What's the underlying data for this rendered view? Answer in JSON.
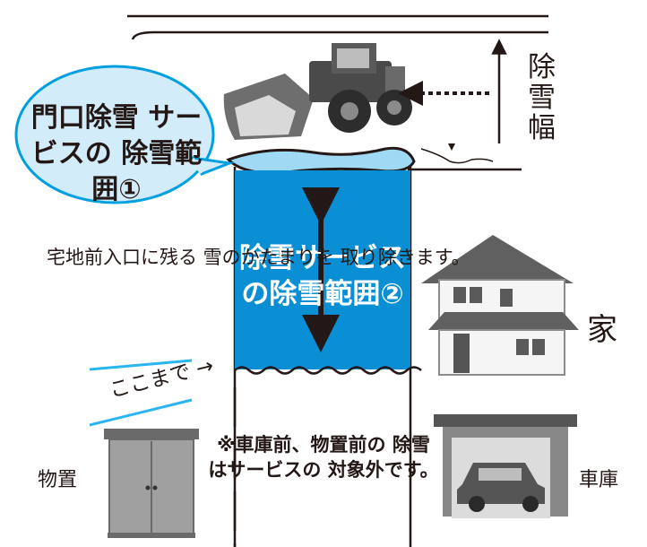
{
  "bubble": {
    "label": "門口除雪\nサービスの\n除雪範囲①"
  },
  "area2": {
    "label": "除雪サービス\nの除雪範囲②"
  },
  "description": "宅地前入口に残る\n雪のかたまりを\n取り除きます。",
  "plow_width": "除\n雪\n幅",
  "house": "家",
  "limit_marker": "ここまで →",
  "shed": "物置",
  "garage": "車庫",
  "note": "※車庫前、物置前の\n除雪はサービスの\n対象外です。",
  "colors": {
    "snow_area": "#0a8fd4",
    "bubble_fill": "#d3ecfa",
    "bubble_stroke": "#00a0e0",
    "ink": "#231815",
    "accent_line": "#29b6f0"
  }
}
